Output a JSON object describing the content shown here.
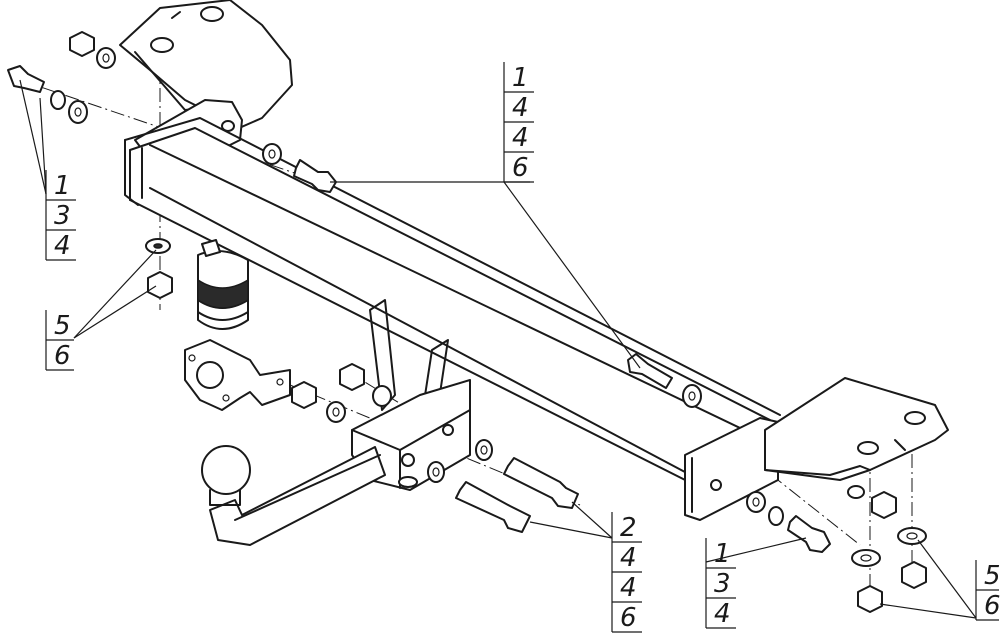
{
  "callouts": [
    {
      "id": "left-bolt",
      "items": [
        "1",
        "3",
        "4"
      ]
    },
    {
      "id": "top-bolt",
      "items": [
        "1",
        "4",
        "4",
        "6"
      ]
    },
    {
      "id": "left-nut",
      "items": [
        "5",
        "6"
      ]
    },
    {
      "id": "center-bolt",
      "items": [
        "2",
        "4",
        "4",
        "6"
      ]
    },
    {
      "id": "right-bolt",
      "items": [
        "1",
        "3",
        "4"
      ]
    },
    {
      "id": "right-nut",
      "items": [
        "5",
        "6"
      ]
    }
  ]
}
